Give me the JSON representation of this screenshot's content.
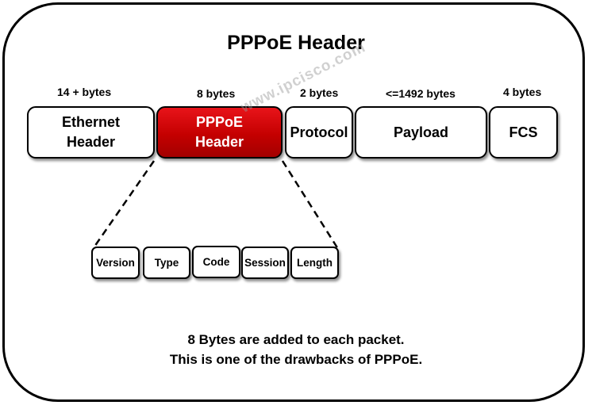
{
  "title": "PPPoE Header",
  "frame": {
    "sizes": [
      "14 + bytes",
      "8 bytes",
      "2 bytes",
      "<=1492 bytes",
      "4 bytes"
    ],
    "fields": [
      "Ethernet\nHeader",
      "PPPoE\nHeader",
      "Protocol",
      "Payload",
      "FCS"
    ]
  },
  "pppoe_fields": [
    "Version",
    "Type",
    "Code",
    "Session",
    "Length"
  ],
  "note": {
    "line1": "8 Bytes are added to each packet.",
    "line2": "This is one of the drawbacks of PPPoE."
  },
  "watermark": "www.ipcisco.com",
  "colors": {
    "highlight": "#cc0000",
    "border": "#000000"
  }
}
